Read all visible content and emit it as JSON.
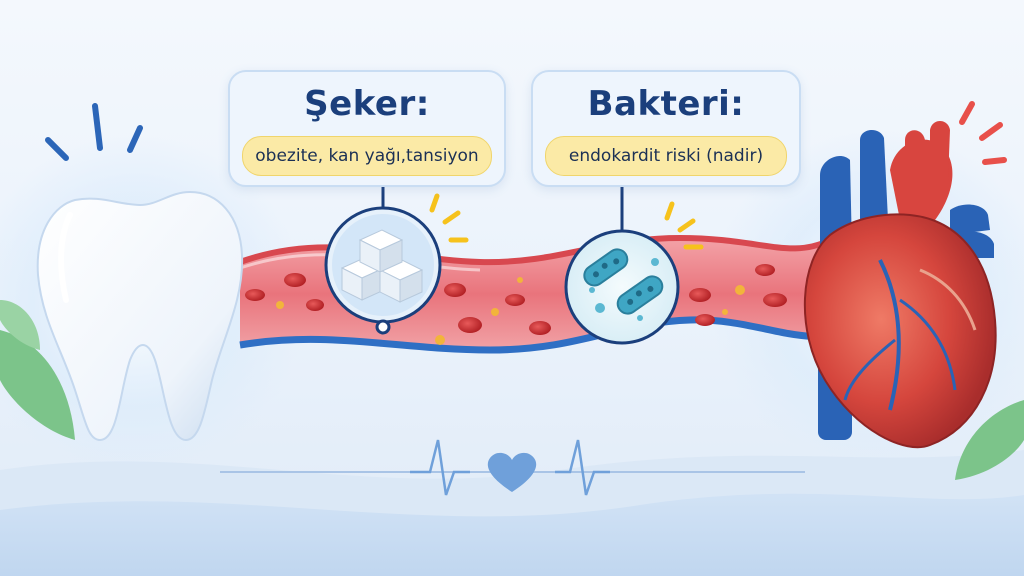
{
  "callouts": {
    "sugar": {
      "title": "Şeker:",
      "detail": "obezite, kan yağı,tansiyon",
      "icon": "sugar-cubes-icon"
    },
    "bacteria": {
      "title": "Bakteri:",
      "detail": "endokardit riski (nadir)",
      "icon": "bacteria-icon"
    }
  },
  "illustrations": {
    "left": "tooth-icon",
    "right": "heart-icon",
    "connector": "blood-vessel",
    "footer": "heartbeat-line-icon"
  },
  "colors": {
    "title": "#1b3f7c",
    "pill": "#fbeaa6",
    "vessel": "#e8606a",
    "vessel_edge": "#2f6fc4",
    "heart": "#d8453f",
    "accent_yellow": "#f6c21c",
    "accent_red": "#e8504a",
    "accent_blue": "#2c66b8"
  }
}
